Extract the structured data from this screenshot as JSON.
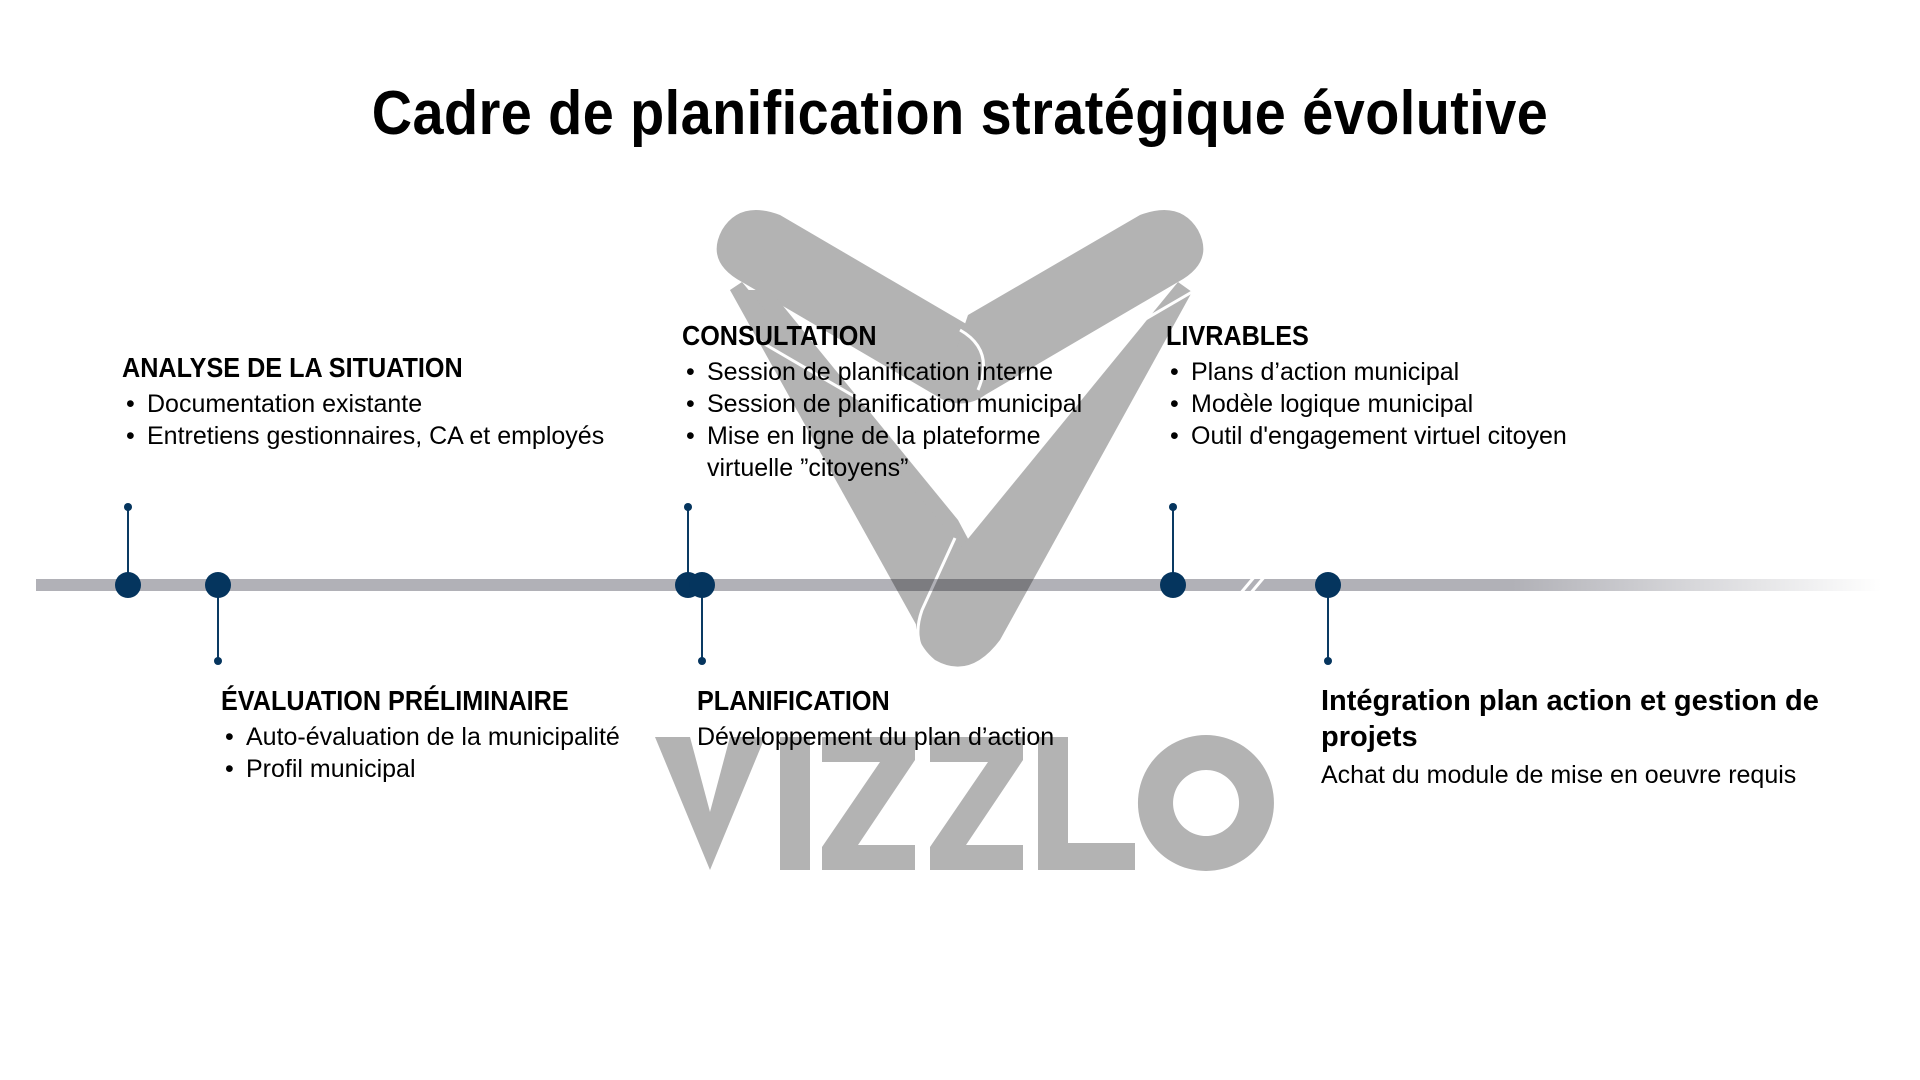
{
  "title": "Cadre de planification stratégique évolutive",
  "colors": {
    "node": "#05355e",
    "timeline": "#b1b1b7",
    "watermark": "#b3b3b3"
  },
  "watermark_text": "VIZZLO",
  "milestones": {
    "analyse": {
      "title": "ANALYSE DE LA SITUATION",
      "items": [
        "Documentation existante",
        "Entretiens gestionnaires, CA et employés"
      ]
    },
    "evaluation": {
      "title": "ÉVALUATION PRÉLIMINAIRE",
      "items": [
        "Auto-évaluation de la municipalité",
        "Profil municipal"
      ]
    },
    "consultation": {
      "title": "CONSULTATION",
      "items": [
        "Session de planification interne",
        "Session de planification municipal",
        "Mise en ligne de la plateforme virtuelle ”citoyens”"
      ]
    },
    "planification": {
      "title": "PLANIFICATION",
      "text": "Développement du plan d’action"
    },
    "livrables": {
      "title": "LIVRABLES",
      "items": [
        "Plans d’action municipal",
        "Modèle logique municipal",
        "Outil d'engagement virtuel citoyen"
      ]
    },
    "integration": {
      "title": "Intégration plan action et gestion de projets",
      "text": "Achat du module de mise en oeuvre requis"
    }
  }
}
